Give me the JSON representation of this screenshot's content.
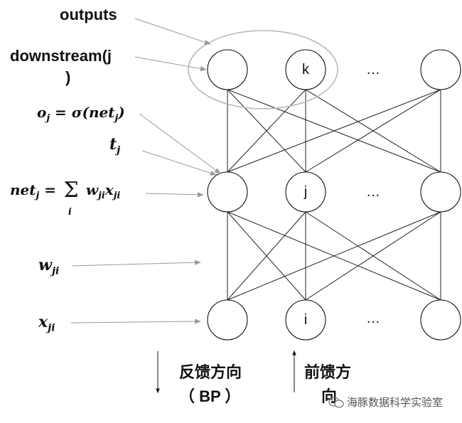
{
  "labels": {
    "outputs": "outputs",
    "downstream_line1": "downstream(j",
    "downstream_line2": ")",
    "oj": "o_j = σ(net_j)",
    "tj": "t_j",
    "netj": "net_j = Σ_i w_ji x_ji",
    "wji": "w_ji",
    "xji": "x_ji"
  },
  "nodes": {
    "output_layer": [
      "",
      "k",
      "…",
      ""
    ],
    "hidden_layer": [
      "",
      "j",
      "…",
      ""
    ],
    "input_layer": [
      "",
      "i",
      "…",
      ""
    ]
  },
  "directions": {
    "backward_line1": "反馈方向",
    "backward_line2": "（ BP ）",
    "forward_line1": "前馈方",
    "forward_line2": "向"
  },
  "watermark": "海豚数据科学实验室",
  "colors": {
    "pointer_lines": "#9a9a9a",
    "highlight_ellipse": "#b9b9b9",
    "ink": "#111111"
  }
}
